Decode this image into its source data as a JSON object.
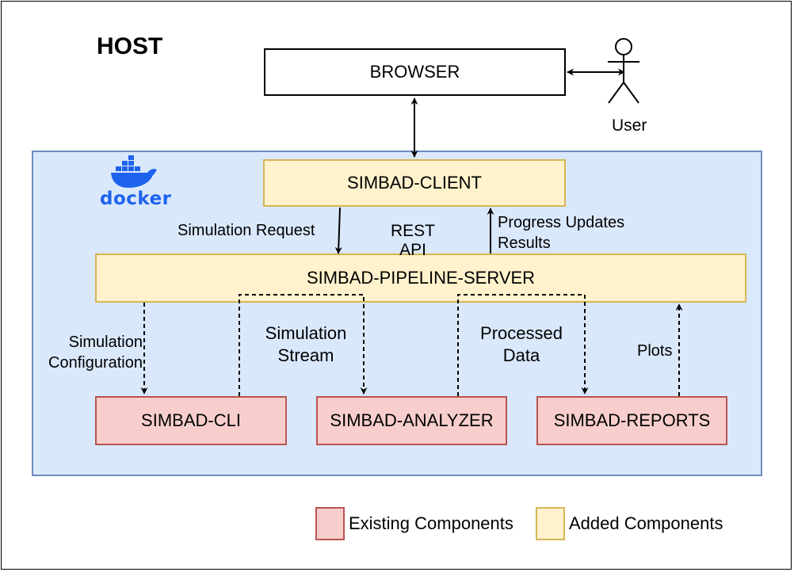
{
  "host_label": "HOST",
  "docker_label": "docker",
  "user_label": "User",
  "nodes": {
    "browser": "BROWSER",
    "client": "SIMBAD-CLIENT",
    "pipeline": "SIMBAD-PIPELINE-SERVER",
    "cli": "SIMBAD-CLI",
    "analyzer": "SIMBAD-ANALYZER",
    "reports": "SIMBAD-REPORTS"
  },
  "edge_labels": {
    "simulation_request": "Simulation Request",
    "rest_api_line1": "REST",
    "rest_api_line2": "API",
    "progress_line1": "Progress Updates",
    "progress_line2": "Results",
    "sim_config_line1": "Simulation",
    "sim_config_line2": "Configuration",
    "sim_stream_line1": "Simulation",
    "sim_stream_line2": "Stream",
    "processed_line1": "Processed",
    "processed_line2": "Data",
    "plots": "Plots"
  },
  "legend": {
    "existing": "Existing Components",
    "added": "Added Components"
  },
  "colors": {
    "existing_fill": "#f8cecc",
    "existing_stroke": "#b85450",
    "added_fill": "#fff2cc",
    "added_stroke": "#d6b656",
    "docker_fill": "#dae8fc",
    "docker_stroke": "#6c8ebf",
    "docker_brand": "#1d63ed"
  }
}
